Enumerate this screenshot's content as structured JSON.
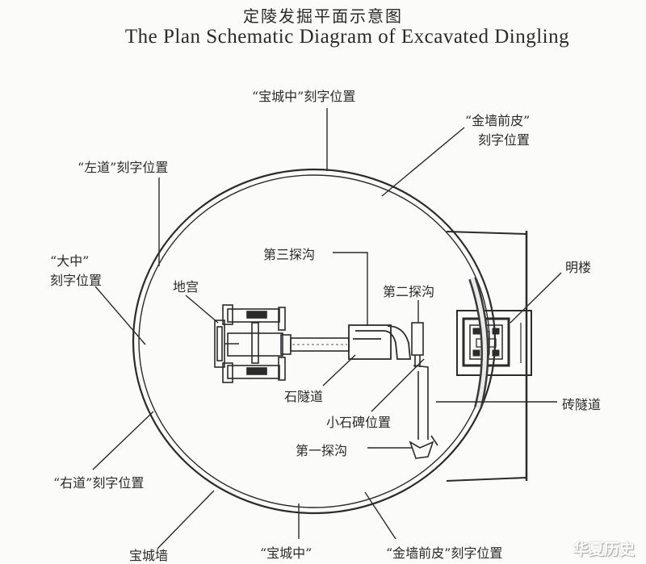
{
  "title_cn": "定陵发掘平面示意图",
  "title_en": "The Plan Schematic Diagram of Excavated Dingling",
  "labels": {
    "baocheng_top": "“宝城中”刻字位置",
    "jinqiang_top_line1": "“金墙前皮”",
    "jinqiang_top_line2": "刻字位置",
    "zuodao": "“左道”刻字位置",
    "dazhong_line1": "“大中”",
    "dazhong_line2": "刻字位置",
    "trench3": "第三探沟",
    "digong": "地宫",
    "trench2": "第二探沟",
    "minglou": "明楼",
    "stone_tunnel": "石隧道",
    "brick_tunnel": "砖隧道",
    "small_stele": "小石碑位置",
    "trench1": "第一探沟",
    "youdao": "“右道”刻字位置",
    "baocheng_wall": "宝城墙",
    "baocheng_bottom": "“宝城中”",
    "jinqiang_bottom": "“金墙前皮”刻字位置"
  },
  "watermark": "华夏历史"
}
